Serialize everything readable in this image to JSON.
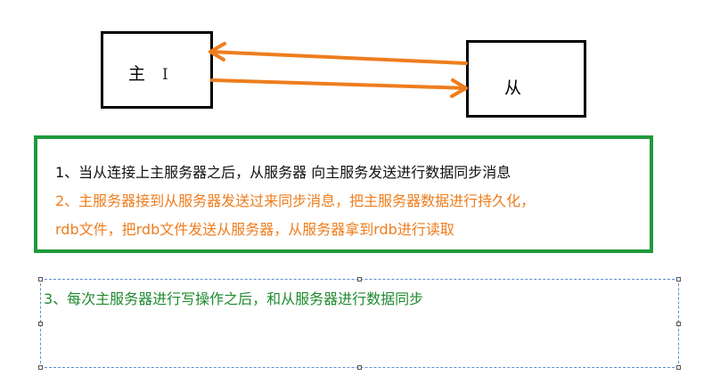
{
  "diagram": {
    "master_label": "主",
    "slave_label": "从",
    "cursor_glyph": "I",
    "arrow_color": "#ee7d1d",
    "steps_border_color": "#1e9a3c",
    "steps": {
      "step1": "1、当从连接上主服务器之后，从服务器 向主服务发送进行数据同步消息",
      "step2_line1": "2、主服务器接到从服务器发送过来同步消息，把主服务器数据进行持久化，",
      "step2_line2": "rdb文件，把rdb文件发送从服务器，从服务器拿到rdb进行读取",
      "step3": "3、每次主服务器进行写操作之后，和从服务器进行数据同步"
    }
  }
}
